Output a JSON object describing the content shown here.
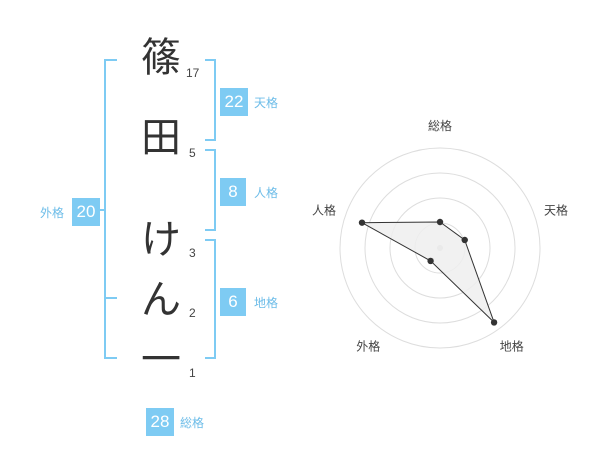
{
  "name": {
    "chars": [
      "篠",
      "田",
      "け",
      "ん",
      "一"
    ],
    "strokes": [
      "17",
      "5",
      "3",
      "2",
      "1"
    ]
  },
  "fortunes": {
    "tenkaku": {
      "value": "22",
      "label": "天格"
    },
    "jinkaku": {
      "value": "8",
      "label": "人格"
    },
    "chikaku": {
      "value": "6",
      "label": "地格"
    },
    "gaikaku": {
      "value": "20",
      "label": "外格"
    },
    "soukaku": {
      "value": "28",
      "label": "総格"
    }
  },
  "radar": {
    "axes": [
      "総格",
      "天格",
      "地格",
      "外格",
      "人格"
    ],
    "values": [
      0.26,
      0.26,
      0.92,
      0.16,
      0.82
    ],
    "colors": {
      "bracket": "#7ecbf3",
      "grid": "#dddddd",
      "fill": "#eeeeee",
      "line": "#333333"
    }
  }
}
